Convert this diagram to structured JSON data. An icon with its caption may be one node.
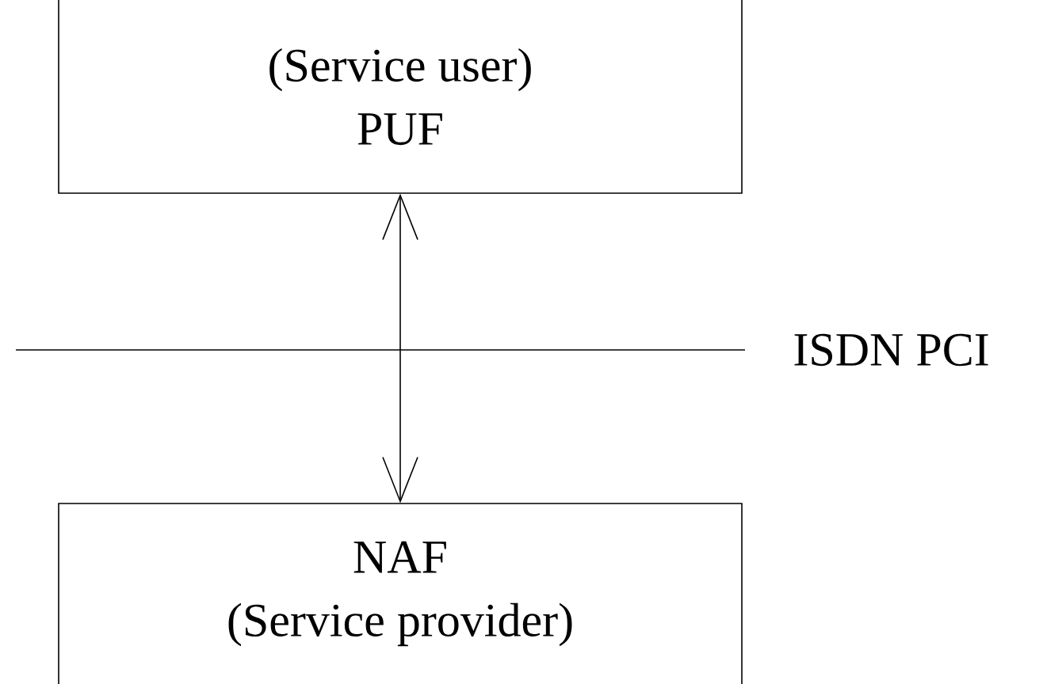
{
  "diagram": {
    "nodes": [
      {
        "text": [
          "(Service user)",
          "PUF"
        ]
      },
      {
        "text": [
          "NAF",
          "(Service provider)"
        ]
      }
    ],
    "edges": [
      {
        "from": 0,
        "to": 1,
        "arrow": "both"
      }
    ],
    "labels": [
      "ISDN PCI"
    ]
  }
}
